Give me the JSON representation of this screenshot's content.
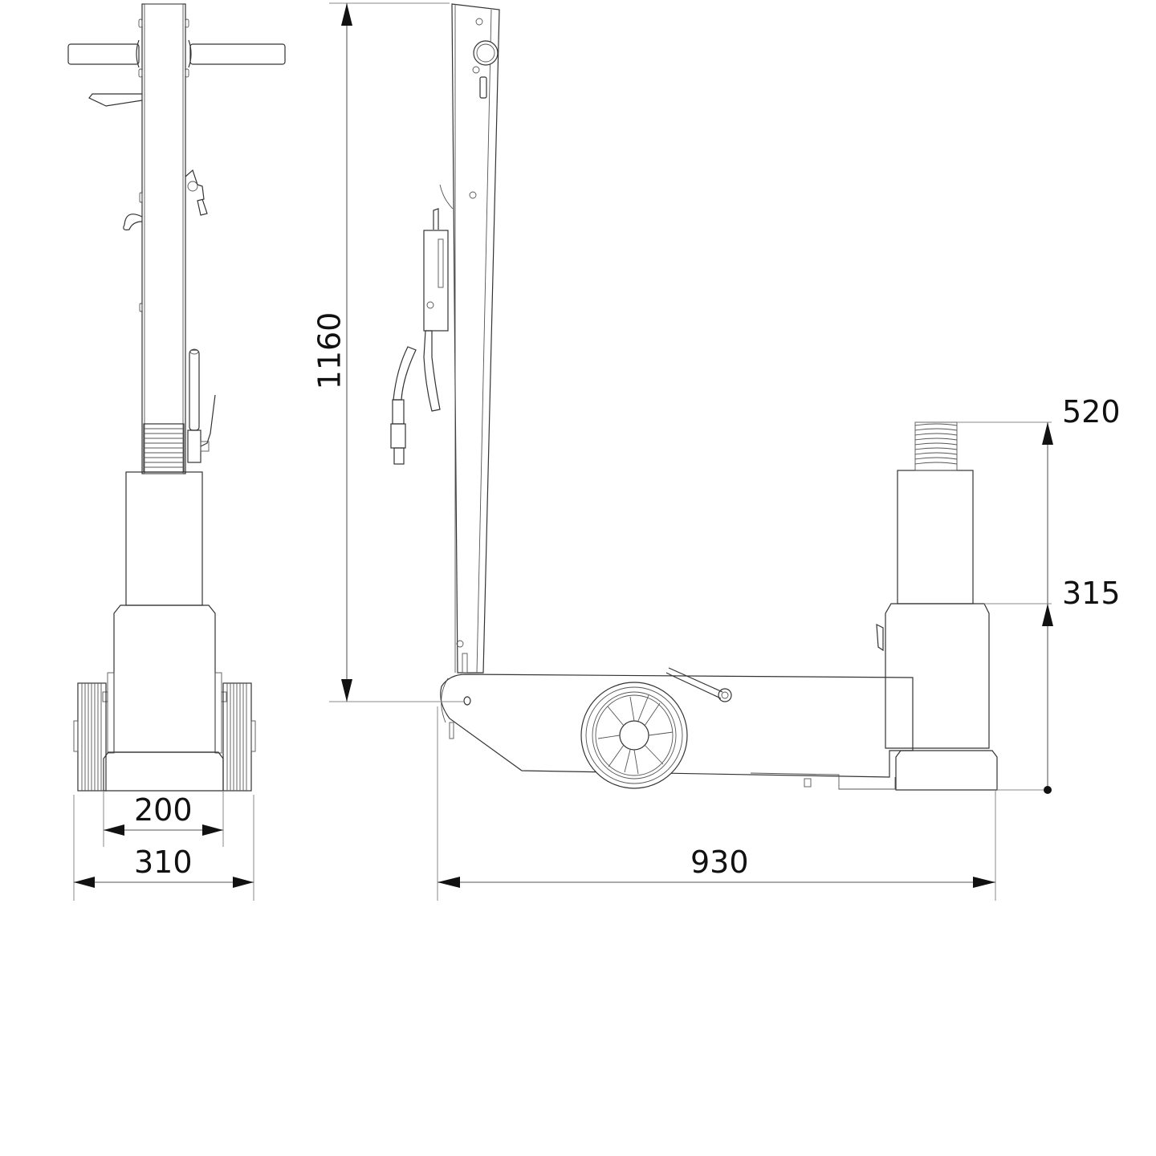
{
  "drawing": {
    "subject": "air-hydraulic jack dimensional drawing",
    "views": [
      "front-view",
      "side-view"
    ],
    "line_color": "#333333",
    "dimension_line_color": "#777777",
    "text_color": "#111111"
  },
  "dimensions": {
    "front_inner_width": "200",
    "front_overall_width": "310",
    "side_overall_length": "930",
    "handle_height": "1160",
    "max_lift_height": "520",
    "min_height": "315"
  }
}
